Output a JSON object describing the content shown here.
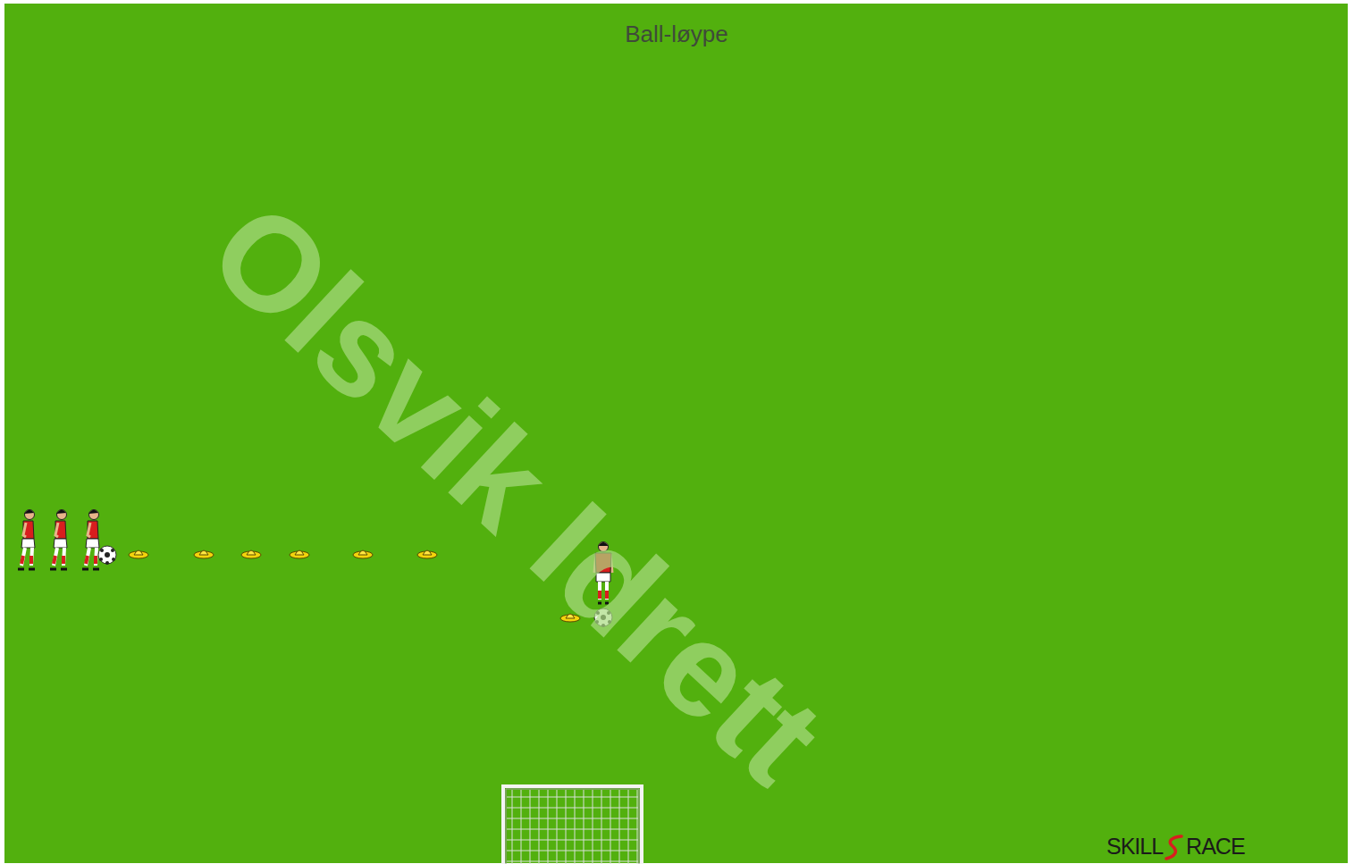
{
  "diagram": {
    "title": "Ball-løype",
    "labels": [
      "Olsvik Idrett",
      "SKILL",
      "RACE"
    ]
  }
}
